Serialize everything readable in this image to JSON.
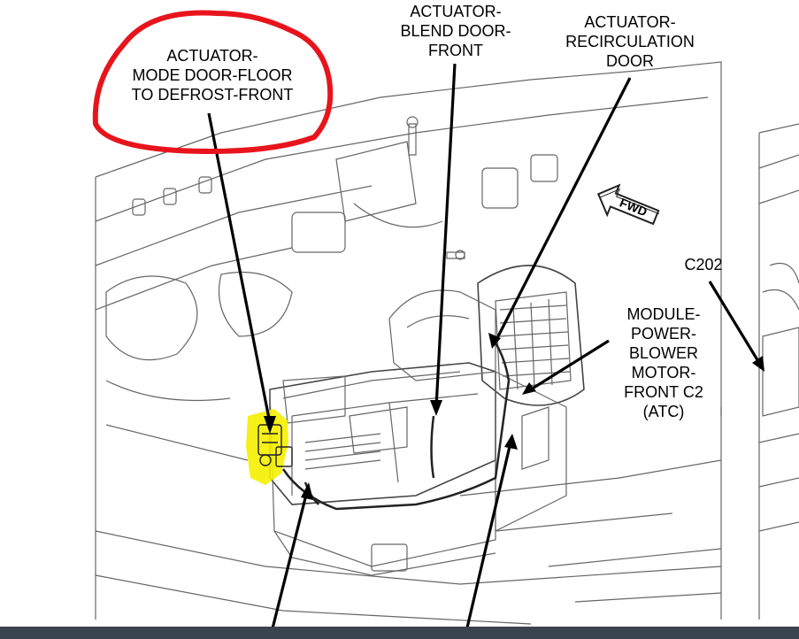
{
  "labels": {
    "mode_door": "ACTUATOR-\nMODE DOOR-FLOOR\nTO DEFROST-FRONT",
    "blend_door": "ACTUATOR-\nBLEND DOOR-\nFRONT",
    "recirc_door": "ACTUATOR-\nRECIRCULATION\nDOOR",
    "c202": "C202",
    "blower_module": "MODULE-\nPOWER-\nBLOWER\nMOTOR-\nFRONT C2\n(ATC)",
    "fwd": "FWD"
  },
  "colors": {
    "annotation_circle": "#e8141c",
    "highlight": "#f5ef00",
    "line_art": "#555555",
    "leader": "#000000"
  }
}
